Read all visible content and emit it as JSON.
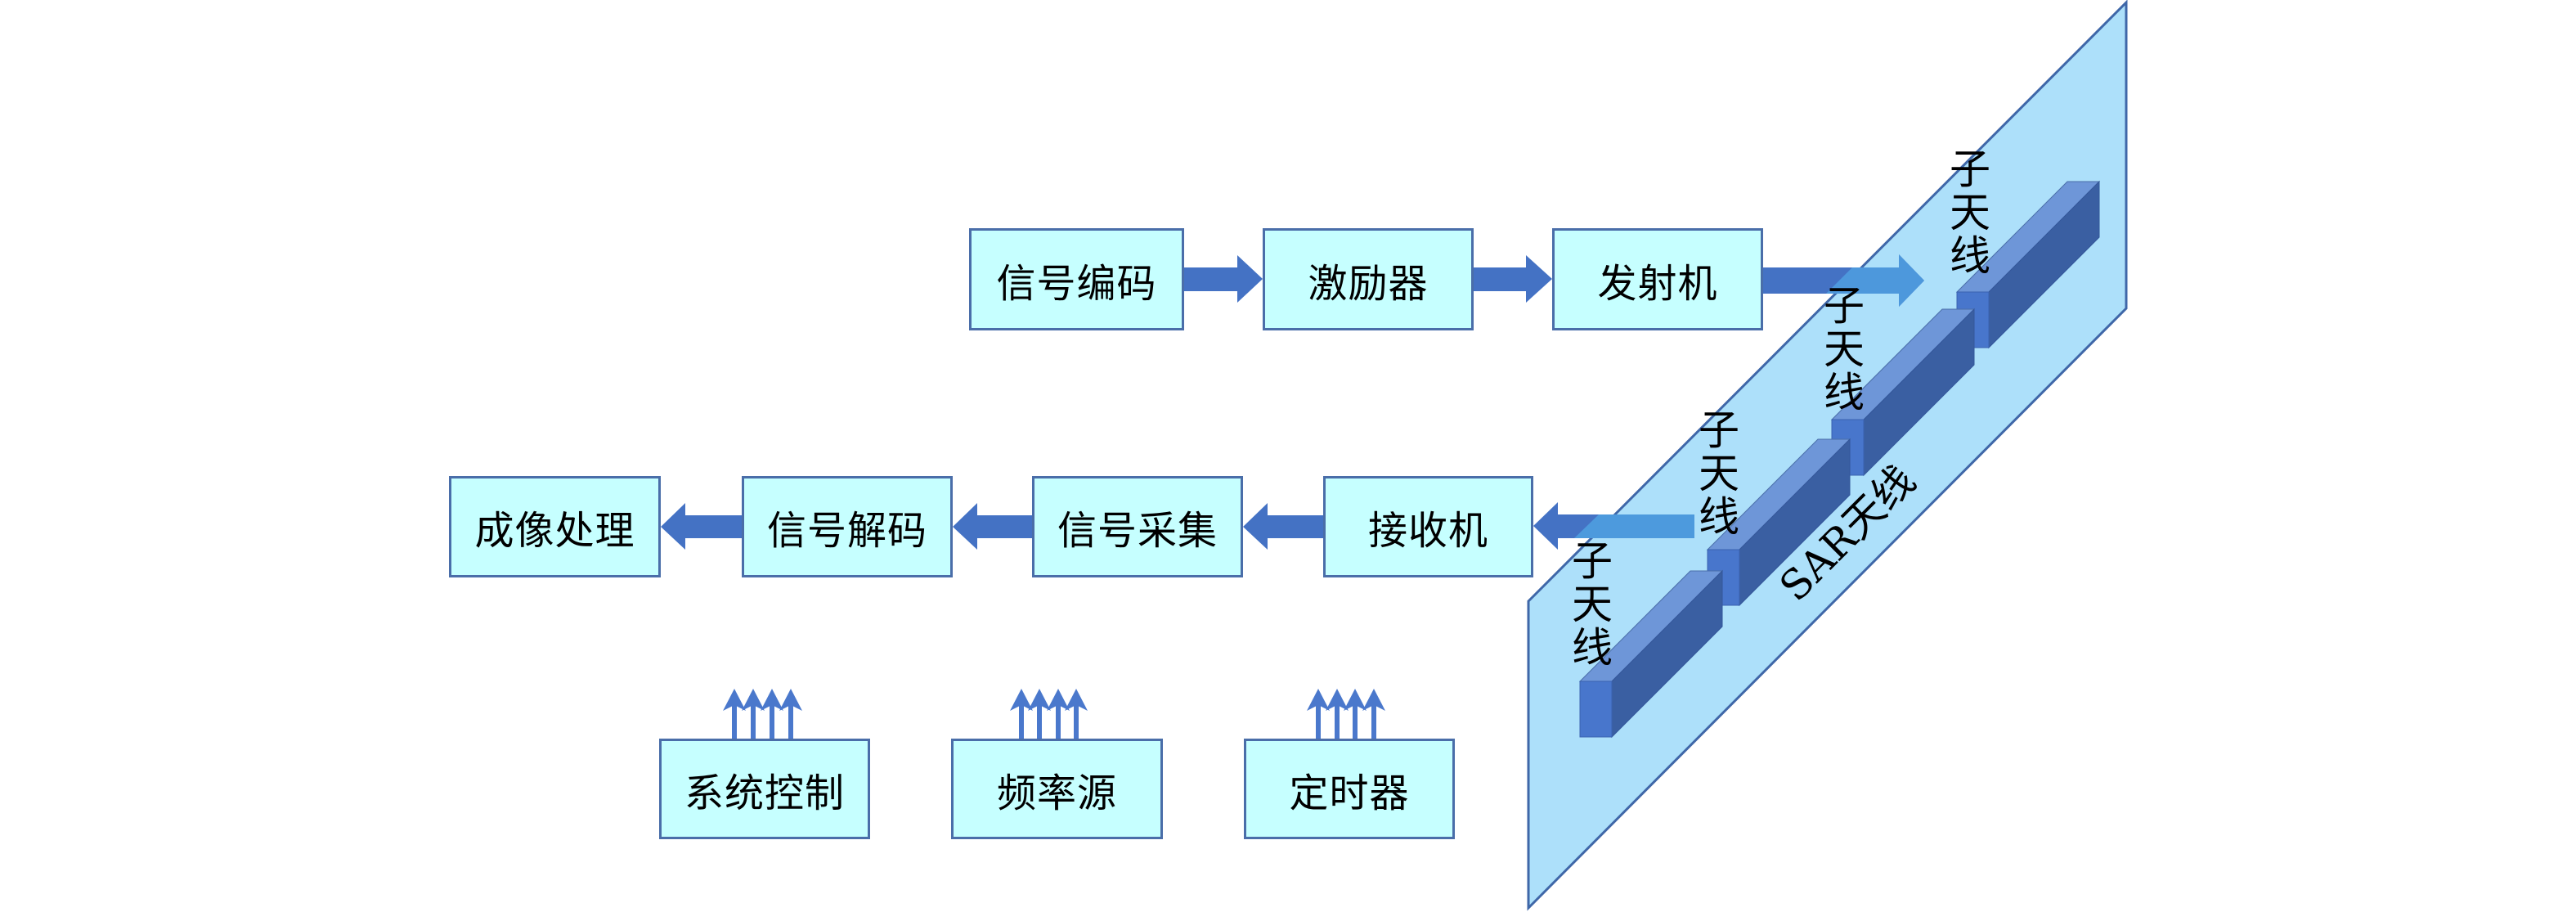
{
  "colors": {
    "box_fill": "#c6ffff",
    "box_border": "#4a6ea9",
    "arrow": "#4472c4",
    "arrow_light": "#4f9fe0",
    "plane_fill": "#ade0fa",
    "plane_border": "#3f67a8",
    "bar_front": "#4876cc",
    "bar_top": "#6e96d8",
    "bar_side": "#3a5fa2"
  },
  "transmit_chain": [
    {
      "id": "signal-encoding",
      "label": "信号编码"
    },
    {
      "id": "exciter",
      "label": "激励器"
    },
    {
      "id": "transmitter",
      "label": "发射机"
    }
  ],
  "receive_chain": [
    {
      "id": "imaging-processing",
      "label": "成像处理"
    },
    {
      "id": "signal-decoding",
      "label": "信号解码"
    },
    {
      "id": "signal-acquisition",
      "label": "信号采集"
    },
    {
      "id": "receiver",
      "label": "接收机"
    }
  ],
  "support_units": [
    {
      "id": "system-control",
      "label": "系统控制"
    },
    {
      "id": "frequency-source",
      "label": "频率源"
    },
    {
      "id": "timer",
      "label": "定时器"
    }
  ],
  "antenna": {
    "plane_label": "SAR天线",
    "subarray_label_chars": [
      "子",
      "天",
      "线"
    ],
    "subarray_count": 4
  }
}
